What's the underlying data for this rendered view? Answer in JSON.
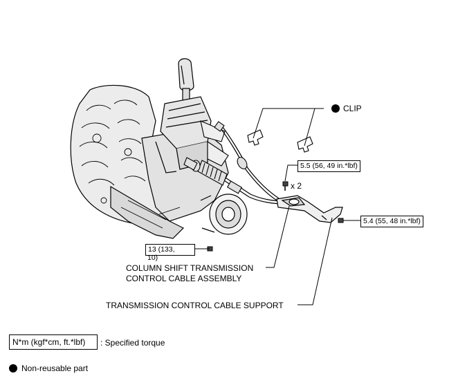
{
  "callouts": {
    "clip": "CLIP",
    "torque_cable_bolt": "5.5 (56, 49 in.*lbf)",
    "bolt_quantity": "x 2",
    "torque_support_nut": "5.4 (55, 48 in.*lbf)",
    "torque_transmission_nut_line1": "13 (133,",
    "torque_transmission_nut_line2": "10)",
    "cable_assembly_line1": "COLUMN SHIFT TRANSMISSION",
    "cable_assembly_line2": "CONTROL CABLE ASSEMBLY",
    "cable_support": "TRANSMISSION CONTROL CABLE SUPPORT"
  },
  "legend": {
    "torque_unit_box": "N*m (kgf*cm, ft.*lbf)",
    "torque_unit_desc": ": Specified torque",
    "non_reusable_desc": "Non-reusable part"
  },
  "icons": {
    "non_reusable_marker": "filled-circle-icon"
  },
  "colors": {
    "line": "#000000",
    "fill_light": "#e8e8e8",
    "fill_mid": "#cfcfcf"
  }
}
